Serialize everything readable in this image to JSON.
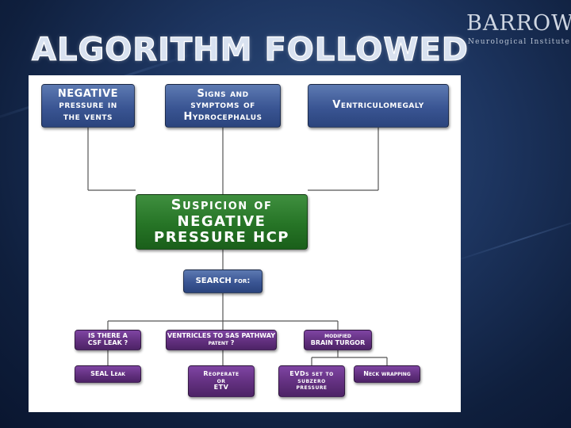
{
  "slide": {
    "title": "ALGORITHM FOLLOWED"
  },
  "logo": {
    "word": "BARROW",
    "sub": "Neurological Institute®"
  },
  "flowchart": {
    "top_nodes": [
      {
        "lines": [
          "NEGATIVE",
          "pressure in",
          "the vents"
        ]
      },
      {
        "lines": [
          "Signs and",
          "symptoms of",
          "Hydrocephalus"
        ]
      },
      {
        "lines": [
          "Ventriculomegaly"
        ]
      }
    ],
    "center_node": {
      "lines": [
        "Suspicion of",
        "NEGATIVE",
        "PRESSURE HCP"
      ]
    },
    "search_node": {
      "lines": [
        "SEARCH for:"
      ]
    },
    "question_nodes": [
      {
        "lines": [
          "IS THERE A",
          "CSF LEAK ?"
        ]
      },
      {
        "lines": [
          "VENTRICLES TO SAS PATHWAY",
          "patent ?"
        ]
      },
      {
        "lines": [
          "modified",
          "BRAIN TURGOR"
        ]
      }
    ],
    "action_nodes": [
      {
        "lines": [
          "SEAL Leak"
        ]
      },
      {
        "lines": [
          "Reoperate",
          "or",
          "ETV"
        ]
      },
      {
        "lines": [
          "EVDs set to",
          "subzero",
          "pressure"
        ]
      },
      {
        "lines": [
          "Neck wrapping"
        ]
      }
    ],
    "colors": {
      "top_nodes": "#3a5593",
      "center_node": "#267426",
      "lower_nodes": "#62307f",
      "connectors": "#555555",
      "panel": "#ffffff"
    }
  }
}
